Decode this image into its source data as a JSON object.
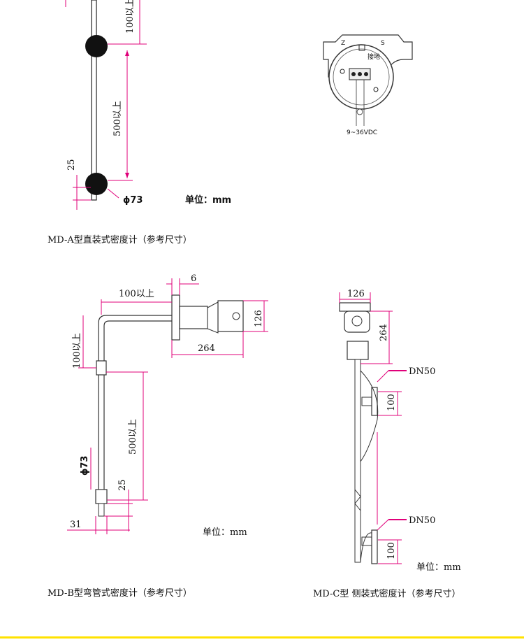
{
  "colors": {
    "dimension_line": "#e0007a",
    "outline": "#333333",
    "bottom_rule": "#ffe200"
  },
  "diagram_a": {
    "caption": "MD-A型直装式密度计（参考尺寸）",
    "dim_top": "100以上",
    "dim_mid": "500以上",
    "dim_bottom": "25",
    "dim_dia": "ϕ73",
    "unit": "单位：mm"
  },
  "terminal": {
    "label_z": "Z",
    "label_s": "S",
    "ground": "接地",
    "voltage": "9~36VDC"
  },
  "diagram_b": {
    "caption": "MD-B型弯管式密度计（参考尺寸）",
    "dim_6": "6",
    "dim_100h": "100以上",
    "dim_126": "126",
    "dim_264": "264",
    "dim_100v": "100以上",
    "dim_500": "500以上",
    "dim_dia": "ϕ73",
    "dim_25": "25",
    "dim_31": "31",
    "unit": "单位：mm"
  },
  "diagram_c": {
    "caption": "MD-C型 侧装式密度计（参考尺寸）",
    "dim_126": "126",
    "dim_264": "264",
    "dn_top": "DN50",
    "dim_100_top": "100",
    "dn_bottom": "DN50",
    "dim_100_bottom": "100",
    "unit": "单位：mm"
  }
}
